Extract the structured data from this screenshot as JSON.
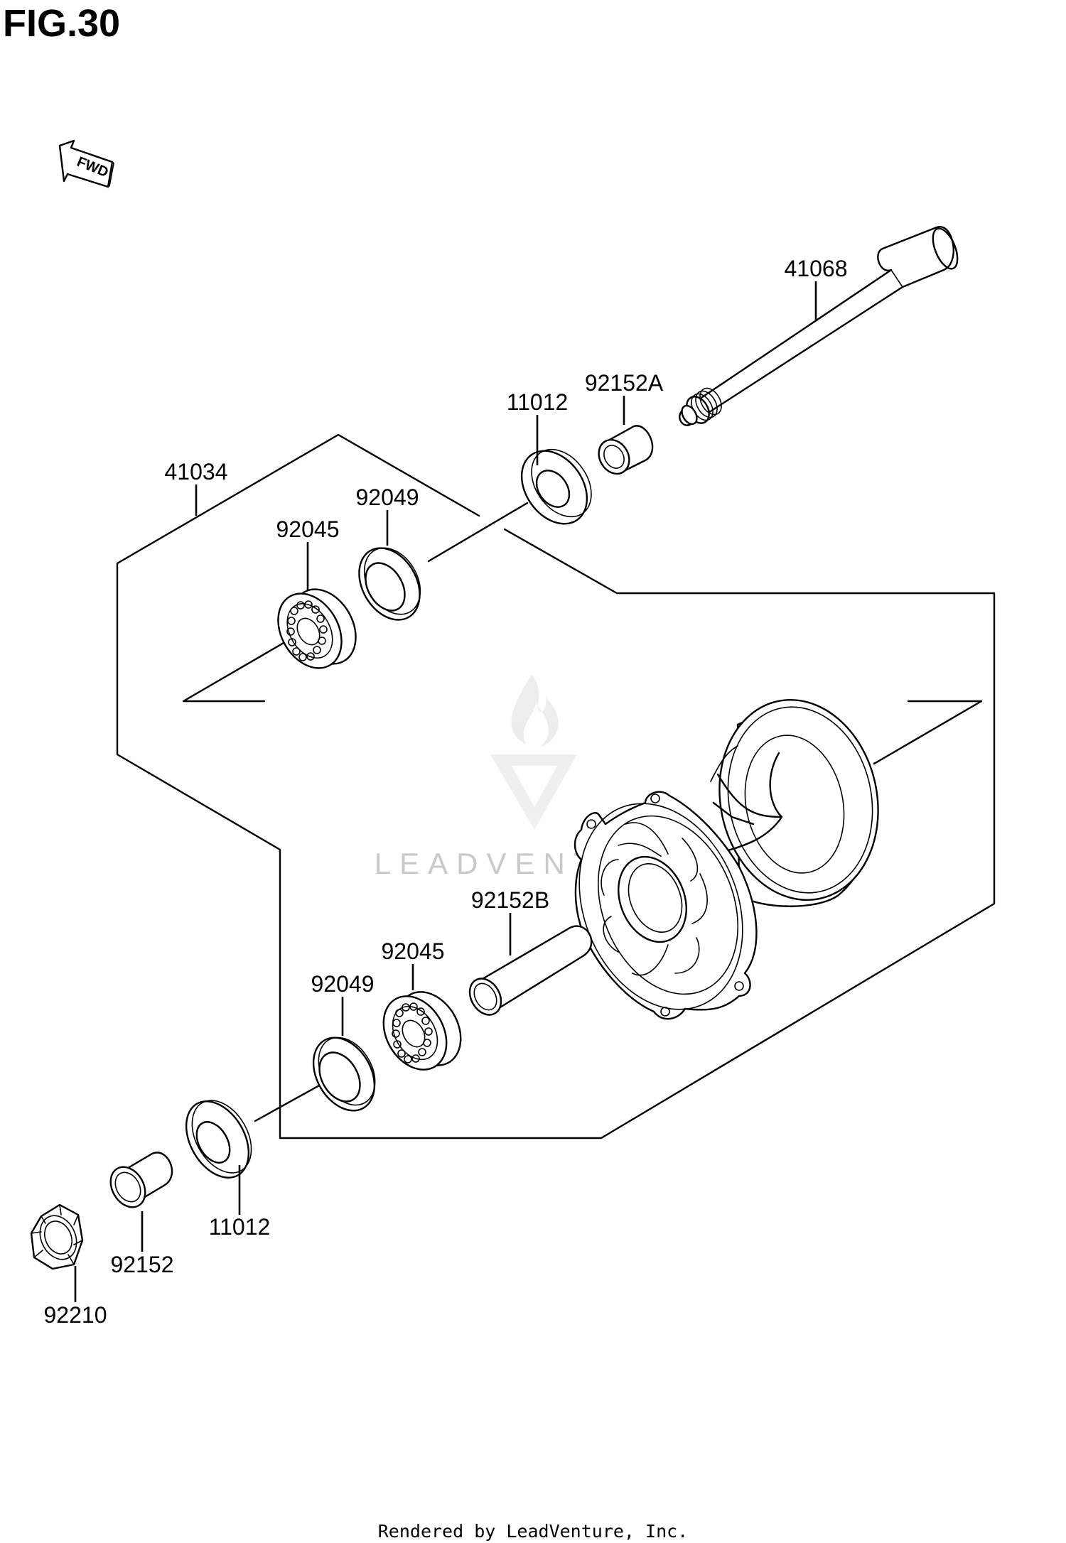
{
  "figure": {
    "title": "FIG.30"
  },
  "direction_arrow": {
    "label": "FWD",
    "icon": "forward-arrow-icon"
  },
  "watermark": {
    "text": "LEADVENTURE"
  },
  "parts": [
    {
      "key": "axle",
      "number": "41068"
    },
    {
      "key": "collar_a",
      "number": "92152A"
    },
    {
      "key": "seal_upper",
      "number": "11012"
    },
    {
      "key": "hub_assembly",
      "number": "41034"
    },
    {
      "key": "snap_ring_upper",
      "number": "92049"
    },
    {
      "key": "bearing_upper",
      "number": "92045"
    },
    {
      "key": "collar_b",
      "number": "92152B"
    },
    {
      "key": "bearing_lower",
      "number": "92045"
    },
    {
      "key": "snap_ring_lower",
      "number": "92049"
    },
    {
      "key": "seal_lower",
      "number": "11012"
    },
    {
      "key": "collar",
      "number": "92152"
    },
    {
      "key": "nut",
      "number": "92210"
    }
  ],
  "footer": {
    "text": "Rendered by LeadVenture, Inc."
  }
}
